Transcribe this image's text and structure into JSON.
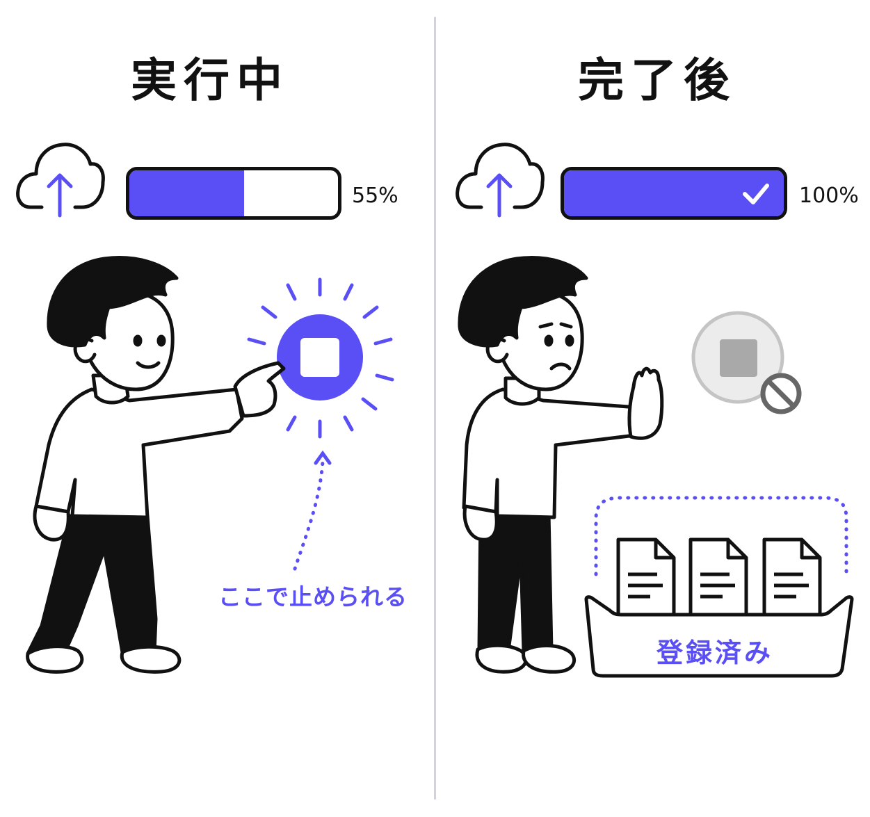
{
  "colors": {
    "accent": "#5a4ef5",
    "ink": "#111111",
    "disabled": "#b9b9b9"
  },
  "running": {
    "title": "実行中",
    "progress_percent": 55,
    "progress_label": "55%",
    "upload_icon": "cloud-upload-icon",
    "stop_icon": "stop-button-icon",
    "note": "ここで止められる"
  },
  "completed": {
    "title": "完了後",
    "progress_percent": 100,
    "progress_label": "100%",
    "upload_icon": "cloud-upload-icon",
    "check_icon": "checkmark-icon",
    "stop_icon": "disabled-stop-button-icon",
    "prohibited_icon": "prohibited-icon",
    "document_icon": "document-icon",
    "documents_count": 3,
    "tray_label": "登録済み"
  }
}
